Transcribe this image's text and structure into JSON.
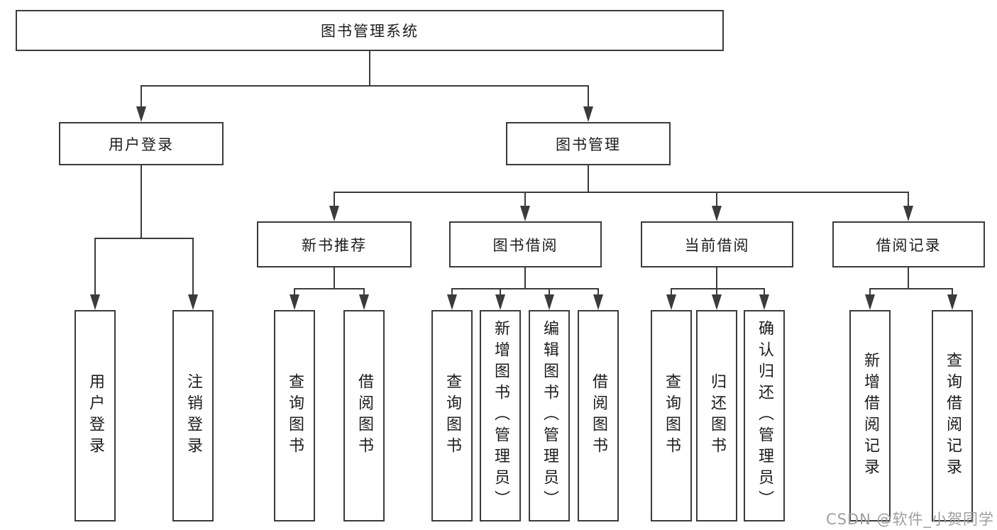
{
  "diagram": {
    "root": {
      "label": "图书管理系统"
    },
    "level1": [
      {
        "label": "用户登录"
      },
      {
        "label": "图书管理"
      }
    ],
    "level2": [
      {
        "label": "新书推荐"
      },
      {
        "label": "图书借阅"
      },
      {
        "label": "当前借阅"
      },
      {
        "label": "借阅记录"
      }
    ],
    "leaves": {
      "login": [
        "用户登录",
        "注销登录"
      ],
      "recommend": [
        "查询图书",
        "借阅图书"
      ],
      "borrow": [
        "查询图书",
        "新增图书（管理员）",
        "编辑图书（管理员）",
        "借阅图书"
      ],
      "current": [
        "查询图书",
        "归还图书",
        "确认归还（管理员）"
      ],
      "records": [
        "新增借阅记录",
        "查询借阅记录"
      ]
    },
    "watermark": "CSDN @软件_小贺同学",
    "colors": {
      "line": "#3b3b3b",
      "text": "#1c1c1c",
      "watermark": "#9e9e9e",
      "background": "#ffffff"
    }
  }
}
